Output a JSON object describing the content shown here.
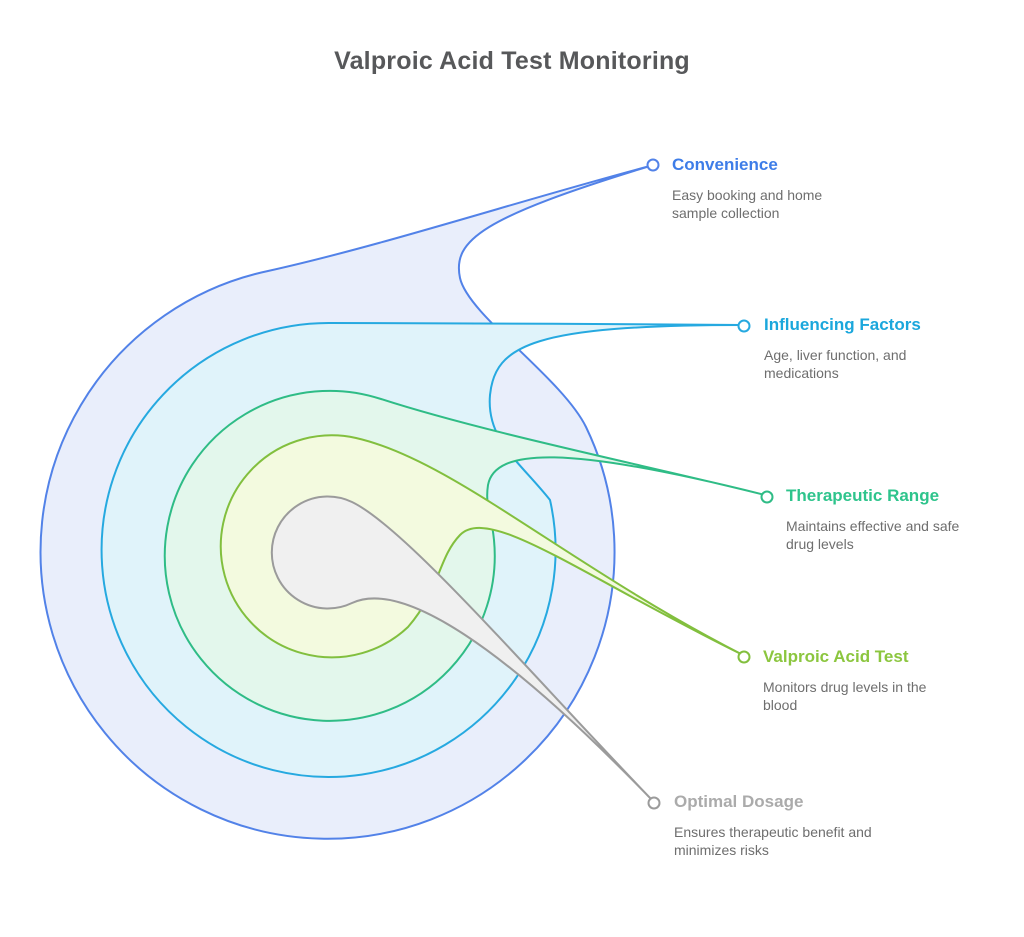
{
  "page": {
    "title": "Valproic Acid Test Monitoring",
    "title_color": "#57585A",
    "background": "#FFFFFF",
    "description_color": "#6E6E6E"
  },
  "layers": [
    {
      "id": "convenience",
      "label": "Convenience",
      "description": "Easy booking and home sample collection",
      "stroke": "#5282E8",
      "fill": "#E9EEFB",
      "label_color": "#3E7DE8"
    },
    {
      "id": "influencing-factors",
      "label": "Influencing Factors",
      "description": "Age, liver function, and medications",
      "stroke": "#26A9E0",
      "fill": "#E0F3FA",
      "label_color": "#1BA7DC"
    },
    {
      "id": "therapeutic-range",
      "label": "Therapeutic Range",
      "description": "Maintains effective and safe drug levels",
      "stroke": "#2FBC86",
      "fill": "#E3F7EC",
      "label_color": "#2EC48C"
    },
    {
      "id": "valproic-acid-test",
      "label": "Valproic Acid Test",
      "description": "Monitors drug levels in the blood",
      "stroke": "#82BF3E",
      "fill": "#F3FADF",
      "label_color": "#8CC63F"
    },
    {
      "id": "optimal-dosage",
      "label": "Optimal Dosage",
      "description": "Ensures therapeutic benefit and minimizes risks",
      "stroke": "#9B9B9B",
      "fill": "#F0F0F0",
      "label_color": "#ABABAB"
    }
  ]
}
